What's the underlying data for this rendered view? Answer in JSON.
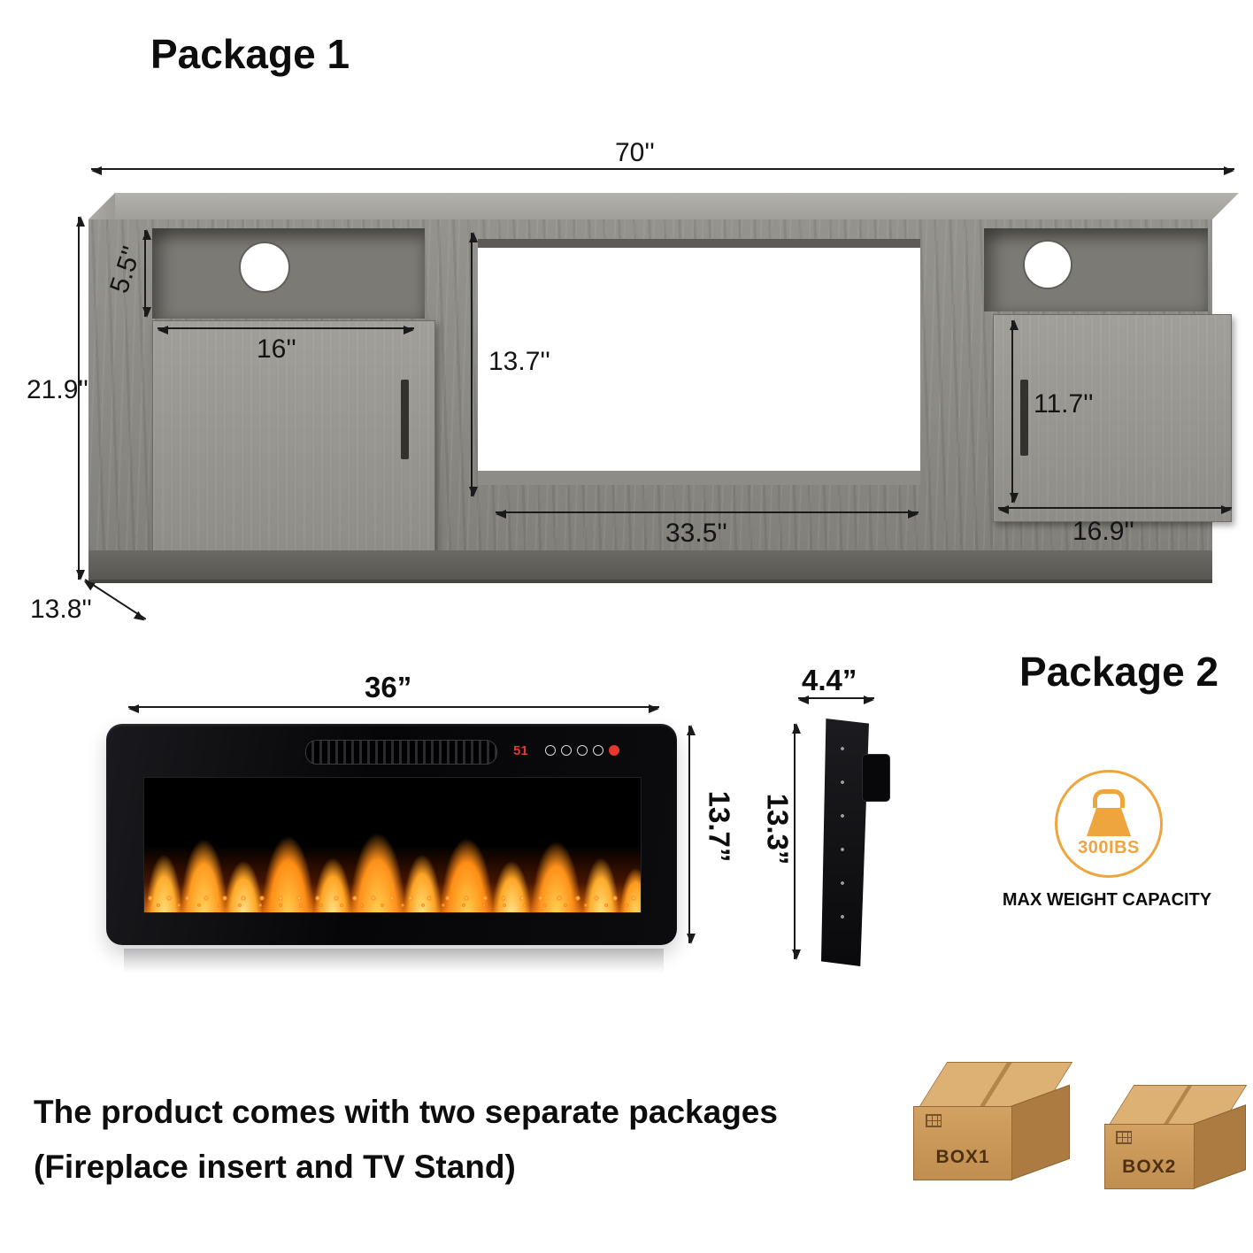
{
  "package1": {
    "title": "Package 1",
    "dims": {
      "total_width": "70''",
      "shelf_height": "5.5''",
      "left_door_width": "16''",
      "opening_height": "13.7''",
      "total_height": "21.9''",
      "right_door_height": "11.7''",
      "opening_width": "33.5''",
      "right_door_width": "16.9''",
      "depth": "13.8''"
    }
  },
  "package2": {
    "title": "Package 2",
    "fireplace_front": {
      "width": "36”",
      "height": "13.7”",
      "display_readout": "51"
    },
    "fireplace_side": {
      "depth": "4.4”",
      "height": "13.3”"
    },
    "weight_capacity": {
      "value": "300IBS",
      "label": "MAX WEIGHT CAPACITY"
    }
  },
  "footer": {
    "line1": "The product comes with two separate packages",
    "line2": "(Fireplace insert and TV Stand)",
    "boxes": [
      {
        "label": "BOX1"
      },
      {
        "label": "BOX2"
      }
    ]
  },
  "colors": {
    "accent_orange": "#EFA53E",
    "cabinet_gray": "#8C8B85",
    "box_tan": "#D2A46A",
    "flame_orange": "#FF9A1F",
    "dimension_line": "#1A1A1A"
  }
}
